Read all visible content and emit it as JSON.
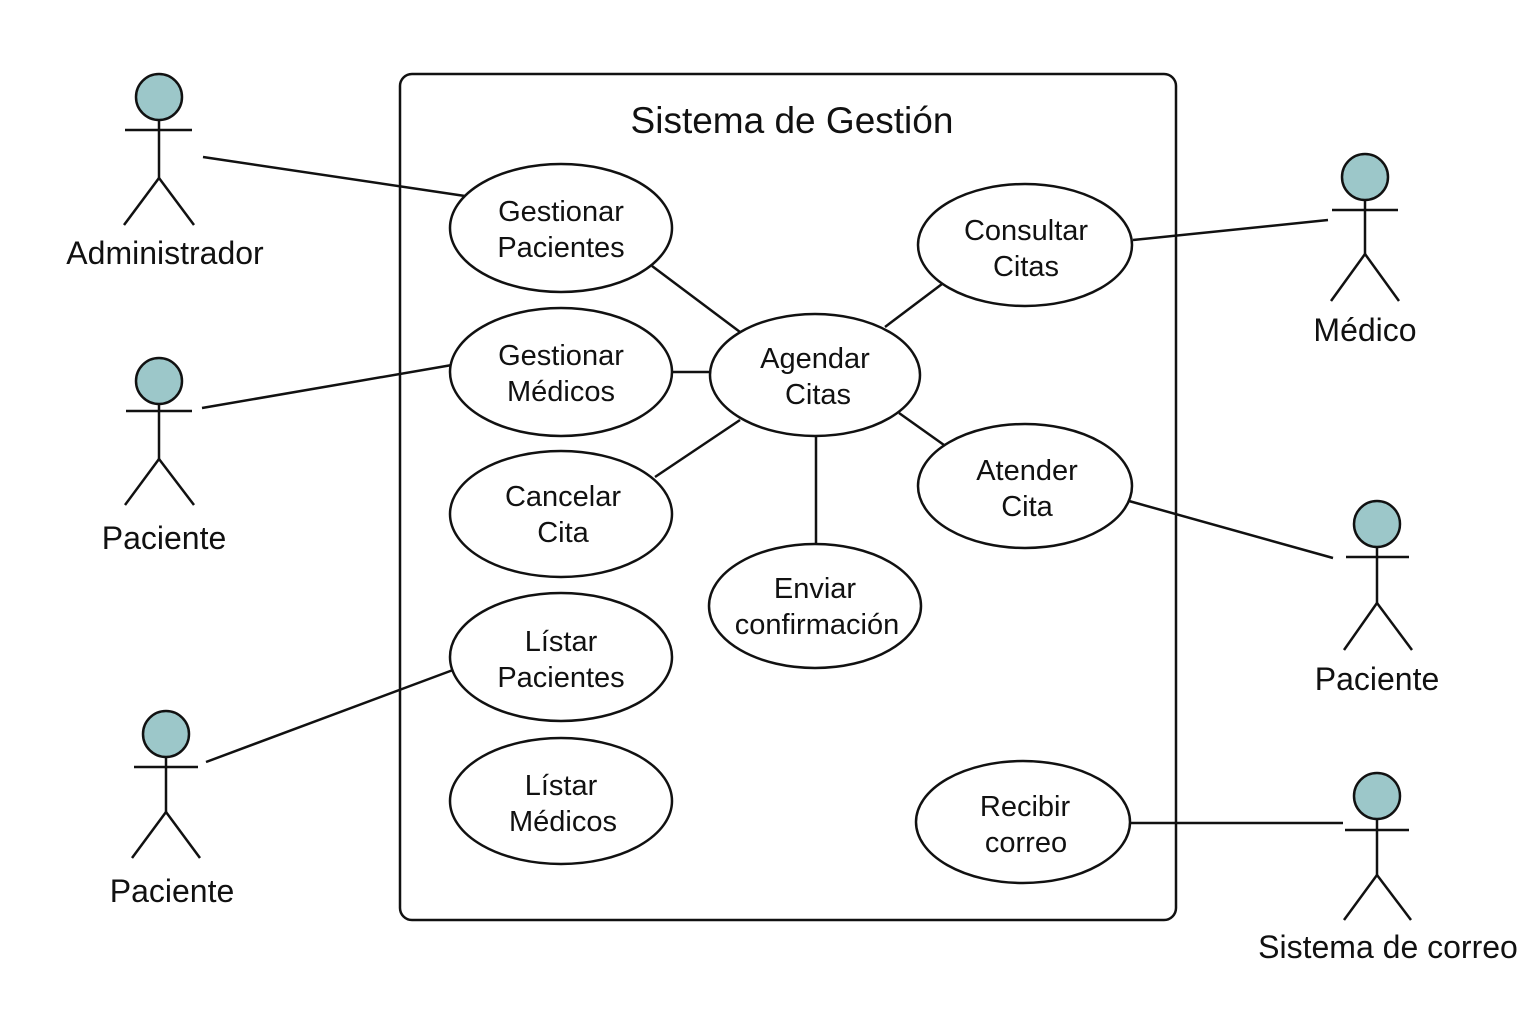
{
  "system": {
    "title": "Sistema de Gestión"
  },
  "colors": {
    "actor_head": "#9cc7c9",
    "line": "#111111",
    "background": "#ffffff"
  },
  "actors": {
    "administrador": "Administrador",
    "paciente_1": "Paciente",
    "paciente_2": "Paciente",
    "medico": "Médico",
    "paciente_3": "Paciente",
    "sistema_correo": "Sistema de correo"
  },
  "use_cases": {
    "gestionar_pacientes": [
      "Gestionar",
      "Pacientes"
    ],
    "gestionar_medicos": [
      "Gestionar",
      "Médicos"
    ],
    "cancelar_cita": [
      "Cancelar",
      "Cita"
    ],
    "listar_pacientes": [
      "Lístar",
      "Pacientes"
    ],
    "listar_medicos": [
      "Lístar",
      "Médicos"
    ],
    "agendar_citas": [
      "Agendar",
      "Citas"
    ],
    "enviar_confirmacion": [
      "Enviar",
      "confirmación"
    ],
    "consultar_citas": [
      "Consultar",
      "Citas"
    ],
    "atender_cita": [
      "Atender",
      "Cita"
    ],
    "recibir_correo": [
      "Recibir",
      "correo"
    ]
  }
}
